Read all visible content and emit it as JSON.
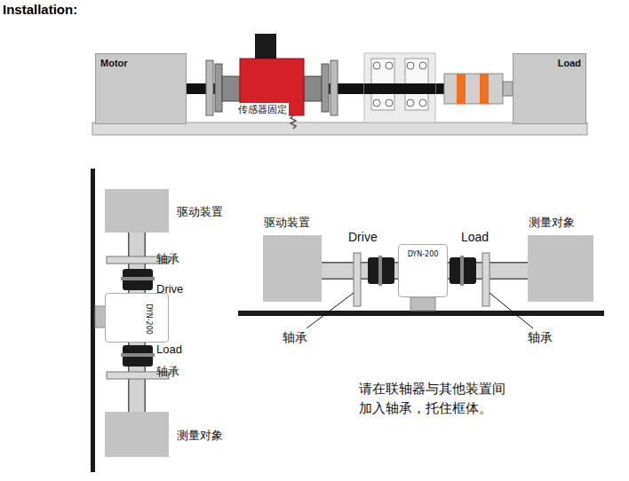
{
  "diagram": {
    "title": "Installation:",
    "nodes": [
      {
        "text": [
          "Motor"
        ]
      },
      {
        "text": [
          "Load"
        ]
      },
      {
        "text": [
          "驱动装置"
        ]
      },
      {
        "text": [
          "DYN-200"
        ]
      },
      {
        "text": [
          "测量对象"
        ]
      },
      {
        "text": [
          "驱动装置"
        ]
      },
      {
        "text": [
          "DYN-200"
        ]
      },
      {
        "text": [
          "测量对象"
        ]
      }
    ],
    "edges": [
      {
        "from": 0,
        "to": 1,
        "arrow": "none"
      },
      {
        "from": 2,
        "to": 3,
        "arrow": "none"
      },
      {
        "from": 3,
        "to": 4,
        "arrow": "none"
      },
      {
        "from": 5,
        "to": 6,
        "arrow": "none"
      },
      {
        "from": 6,
        "to": 7,
        "arrow": "none"
      }
    ],
    "labels": [
      "传感器固定",
      "轴承",
      "Drive",
      "Load",
      "轴承",
      "Drive",
      "Load",
      "轴承",
      "轴承",
      "请在联轴器与其他装置间 加入轴承，托住框体。"
    ]
  }
}
